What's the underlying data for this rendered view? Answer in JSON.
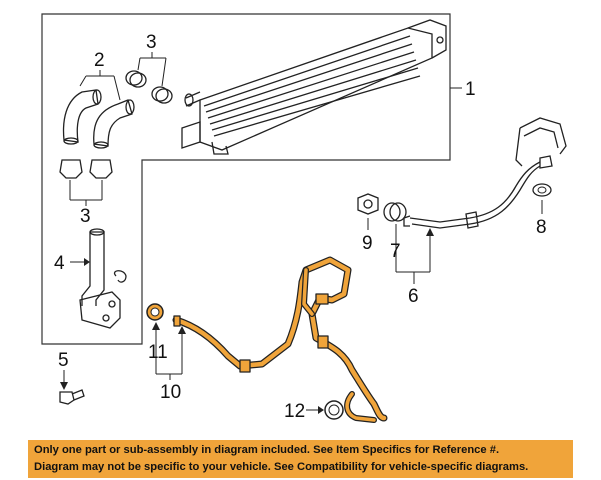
{
  "callouts": {
    "c1": "1",
    "c2": "2",
    "c3_top": "3",
    "c3_bottom": "3",
    "c4": "4",
    "c5": "5",
    "c6": "6",
    "c7": "7",
    "c8": "8",
    "c9": "9",
    "c10": "10",
    "c11": "11",
    "c12": "12"
  },
  "banner": {
    "line1": "Only one part or sub-assembly in diagram included. See Item Specifics for Reference #.",
    "line2": "Diagram may not be specific to your vehicle. See Compatibility for vehicle-specific diagrams."
  },
  "colors": {
    "highlight": "#f0a43a",
    "line": "#222222",
    "background": "#ffffff"
  }
}
